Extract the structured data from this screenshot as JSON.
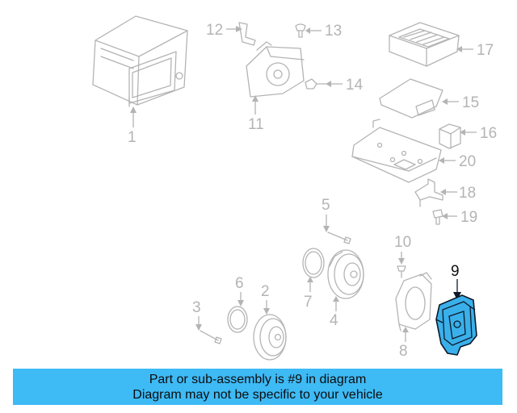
{
  "diagram": {
    "callouts": [
      "1",
      "2",
      "3",
      "4",
      "5",
      "6",
      "7",
      "8",
      "9",
      "10",
      "11",
      "12",
      "13",
      "14",
      "15",
      "16",
      "17",
      "18",
      "19",
      "20"
    ],
    "highlighted_part": "9",
    "colors": {
      "highlight_fill": "#3ab0ea",
      "highlight_stroke": "#0d1a2a",
      "line_art": "#b4b4b4",
      "banner": "#3ebaf5"
    }
  },
  "banner": {
    "line1": "Part or sub-assembly is #9 in diagram",
    "line2": "Diagram may not be specific to your vehicle"
  }
}
